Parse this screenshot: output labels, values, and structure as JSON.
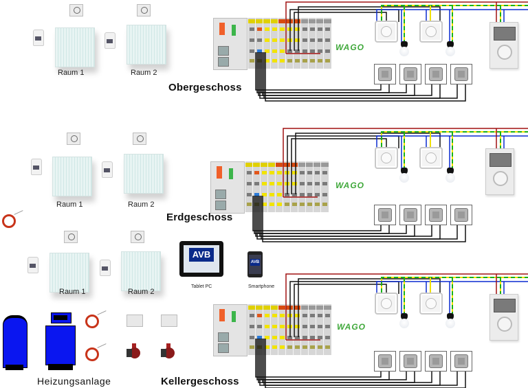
{
  "floors": [
    {
      "name": "Obergeschoss",
      "rooms": [
        "Raum 1",
        "Raum 2"
      ],
      "sockets": 2,
      "lamps": 2,
      "switches": 4
    },
    {
      "name": "Erdgeschoss",
      "rooms": [
        "Raum 1",
        "Raum 2"
      ],
      "sockets": 2,
      "lamps": 2,
      "switches": 4
    },
    {
      "name": "Kellergeschoss",
      "rooms": [
        "Raum 1",
        "Raum 2"
      ],
      "sockets": 2,
      "lamps": 2,
      "switches": 4
    }
  ],
  "heating": {
    "label": "Heizungsanlage"
  },
  "devices": {
    "tablet_label": "Tablet PC",
    "smartphone_label": "Smartphone",
    "avb_logo": "AVB"
  },
  "brand": {
    "plc_logo": "WAGO"
  },
  "colors": {
    "phase": "#a01010",
    "neutral": "#0a2ad0",
    "earth_yellow": "#f0e000",
    "earth_green": "#18b018",
    "signal": "#111111",
    "boiler_blue": "#0a16f0"
  }
}
